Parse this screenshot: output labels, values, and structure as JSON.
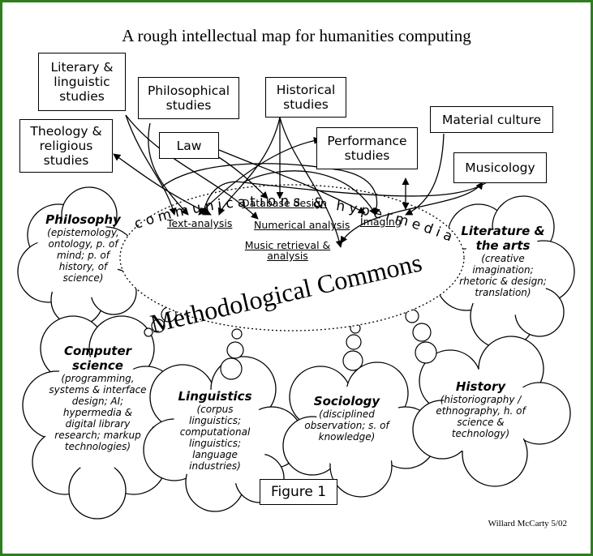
{
  "title": "A rough intellectual map for humanities computing",
  "disciplines": [
    {
      "key": "literary",
      "label": "Literary & linguistic studies"
    },
    {
      "key": "philosophical",
      "label": "Philosophical studies"
    },
    {
      "key": "historical",
      "label": "Historical studies"
    },
    {
      "key": "material",
      "label": "Material culture"
    },
    {
      "key": "theology",
      "label": "Theology & religious studies"
    },
    {
      "key": "law",
      "label": "Law"
    },
    {
      "key": "performance",
      "label": "Performance studies"
    },
    {
      "key": "musicology",
      "label": "Musicology"
    }
  ],
  "methods": [
    {
      "key": "database",
      "label": "Database design"
    },
    {
      "key": "text",
      "label": "Text-analysis"
    },
    {
      "key": "numerical",
      "label": "Numerical analysis"
    },
    {
      "key": "imaging",
      "label": "Imaging"
    },
    {
      "key": "music",
      "label": "Music retrieval & analysis"
    }
  ],
  "commons": {
    "arc_label": "communications & hypermedia",
    "main_label": "Methodological Commons"
  },
  "clouds": [
    {
      "key": "philosophy",
      "title": "Philosophy",
      "desc": "(epistemology, ontology, p. of mind; p. of history, of science)"
    },
    {
      "key": "literature",
      "title": "Literature & the arts",
      "desc": "(creative imagination; rhetoric & design; translation)"
    },
    {
      "key": "computer",
      "title": "Computer science",
      "desc": "(programming, systems & interface design; AI; hypermedia & digital library research; markup technologies)"
    },
    {
      "key": "linguistics",
      "title": "Linguistics",
      "desc": "(corpus linguistics; computational linguistics; language industries)"
    },
    {
      "key": "sociology",
      "title": "Sociology",
      "desc": "(disciplined observation; s. of knowledge)"
    },
    {
      "key": "history",
      "title": "History",
      "desc": "(historiography / ethnography, h. of science & technology)"
    }
  ],
  "figure_label": "Figure 1",
  "credit": "Willard McCarty 5/02"
}
